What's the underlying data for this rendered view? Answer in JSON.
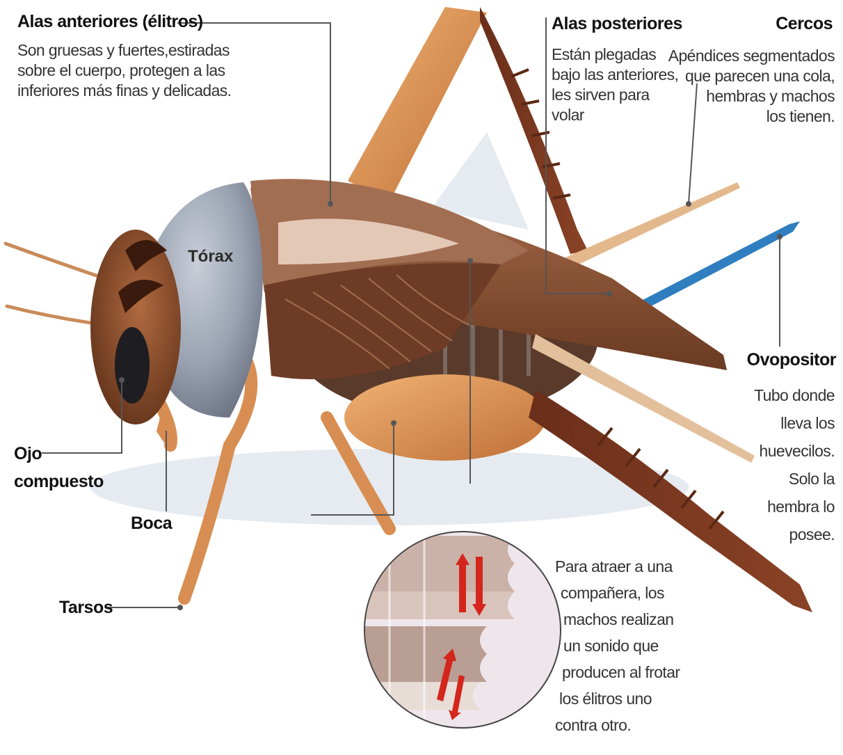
{
  "labels": {
    "alas_anteriores": {
      "title": "Alas anteriores (élitros)",
      "lines": [
        "Son gruesas y fuertes,estiradas",
        "sobre el cuerpo, protegen a las",
        "inferiores más finas y delicadas."
      ]
    },
    "alas_posteriores": {
      "title": "Alas posteriores",
      "lines": [
        "Están plegadas",
        "bajo las anteriores,",
        "les sirven para",
        "volar"
      ]
    },
    "cercos": {
      "title": "Cercos",
      "lines": [
        "Apéndices segmentados",
        "que parecen una cola,",
        "hembras y machos",
        "los tienen."
      ]
    },
    "torax": "Tórax",
    "ovopositor": {
      "title": "Ovopositor",
      "lines": [
        "Tubo donde",
        "lleva los",
        "huevecilos.",
        "Solo la",
        "hembra lo",
        "posee."
      ]
    },
    "ojo_compuesto": [
      "Ojo",
      "compuesto"
    ],
    "boca": "Boca",
    "tarsos": "Tarsos",
    "sonido": {
      "lines": [
        "Para atraer a una",
        "compañera, los",
        "machos realizan",
        "un sonido que",
        "producen al frotar",
        "los élitros uno",
        "contra otro."
      ]
    }
  },
  "colors": {
    "body_brown": "#8a5234",
    "leg_orange": "#d88e52",
    "thorax_gray": "#9aa3b2",
    "ovipositor_blue": "#2f7fc0",
    "arrow_red": "#d4261c",
    "leader_line": "#555555"
  }
}
